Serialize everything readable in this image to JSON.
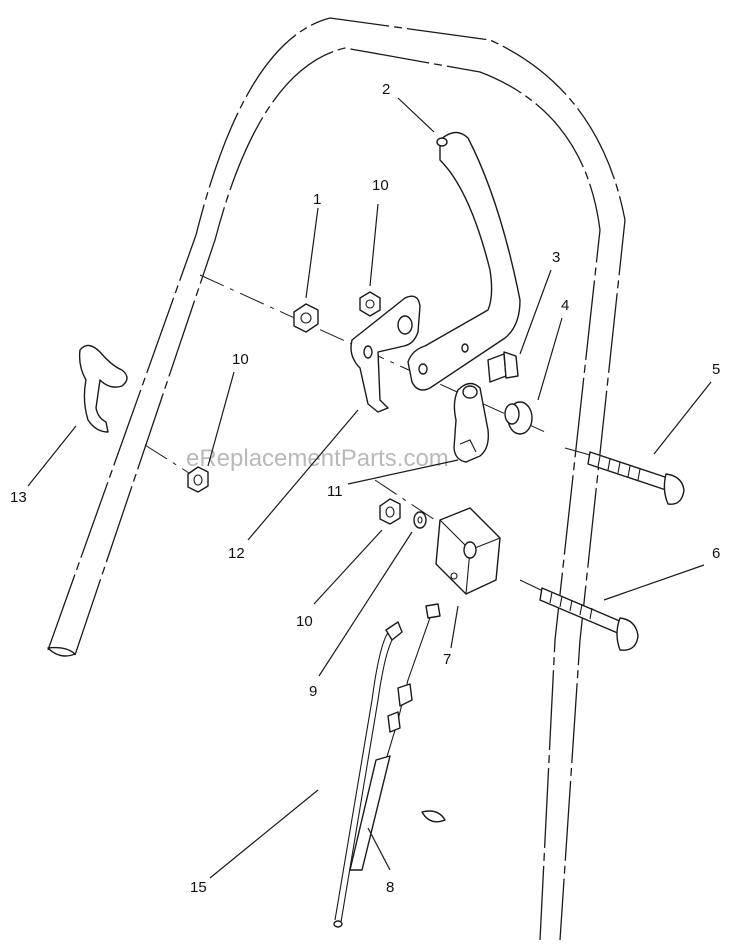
{
  "watermark": "eReplacementParts.com",
  "callouts": {
    "c1": "1",
    "c2": "2",
    "c3": "3",
    "c4": "4",
    "c5": "5",
    "c6": "6",
    "c7": "7",
    "c8": "8",
    "c9": "9",
    "c10a": "10",
    "c10b": "10",
    "c10c": "10",
    "c11": "11",
    "c12": "12",
    "c13": "13",
    "c15": "15"
  }
}
